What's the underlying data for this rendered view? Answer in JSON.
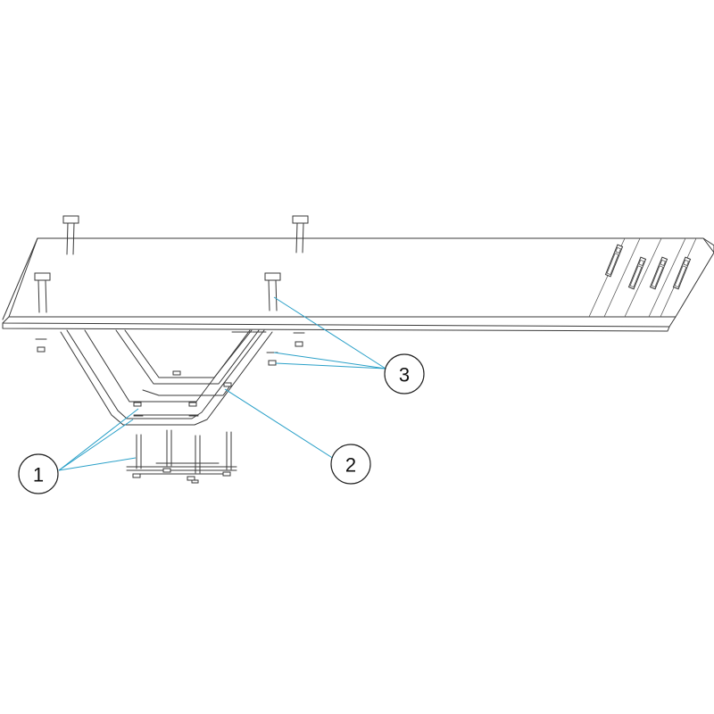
{
  "callouts": [
    {
      "label": "1"
    },
    {
      "label": "2"
    },
    {
      "label": "3"
    }
  ],
  "colors": {
    "leader": "#2aa0c8",
    "line": "#3a3a3a",
    "background": "#ffffff"
  }
}
